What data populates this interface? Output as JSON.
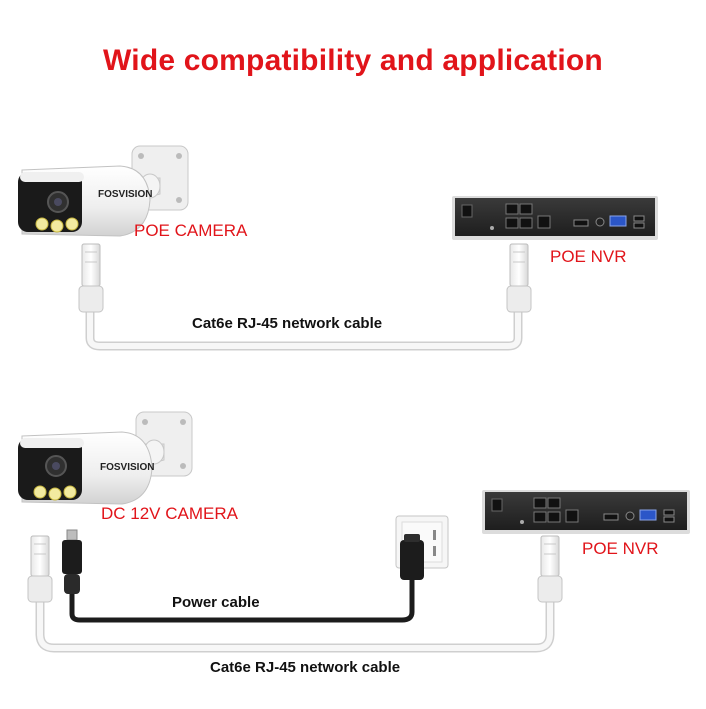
{
  "title": "Wide compatibility and application",
  "brand_text": "FOSVISION",
  "colors": {
    "accent_red": "#e1141a",
    "cable_white": "#f4f4f4",
    "cable_outline": "#cfcfcf",
    "power_cable": "#1c1c1c",
    "nvr_body": "#2b2b2b",
    "port_blue": "#2b56c8"
  },
  "diagram_top": {
    "camera_label": "POE CAMERA",
    "nvr_label": "POE NVR",
    "cable_label": "Cat6e RJ-45 network cable"
  },
  "diagram_bottom": {
    "camera_label": "DC 12V CAMERA",
    "nvr_label": "POE NVR",
    "power_label": "Power cable",
    "cable_label": "Cat6e RJ-45 network cable"
  }
}
